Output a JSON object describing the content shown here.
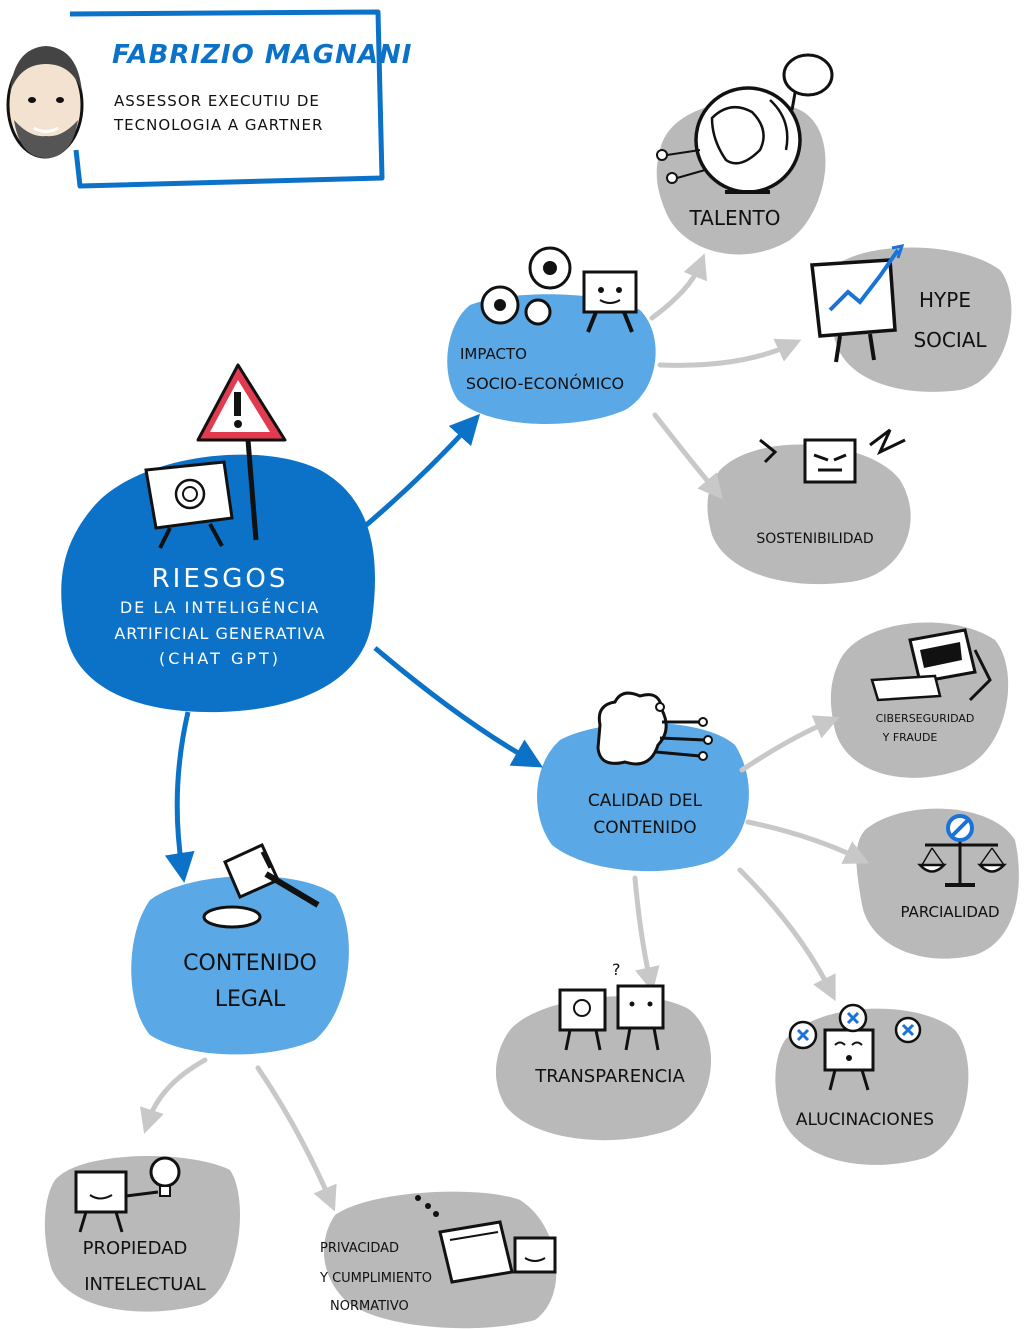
{
  "colors": {
    "primary_blue": "#0b72c8",
    "light_blue": "#5aa8e6",
    "grey_blob": "#b9b9b9",
    "arrow_grey": "#c8c8c8",
    "ink": "#111111",
    "warning_red": "#e23a4f"
  },
  "author": {
    "name": "FABRIZIO MAGNANI",
    "role_line1": "ASSESSOR EXECUTIU DE",
    "role_line2": "TECNOLOGIA A GARTNER"
  },
  "central": {
    "title": "RIESGOS",
    "line1": "DE LA INTELIGÉNCIA",
    "line2": "ARTIFICIAL GENERATIVA",
    "line3": "(CHAT GPT)",
    "icon": "chatgpt-laptop-icon"
  },
  "branches": {
    "impacto": {
      "label_line1": "IMPACTO",
      "label_line2": "SOCIO-ECONÓMICO",
      "icon": "gears-computer-icon",
      "leaves": {
        "talento": "TALENTO",
        "hype_line1": "HYPE",
        "hype_line2": "SOCIAL",
        "sostenibilidad": "SOSTENIBILIDAD"
      }
    },
    "calidad": {
      "label_line1": "CALIDAD DEL",
      "label_line2": "CONTENIDO",
      "icon": "brain-circuit-icon",
      "leaves": {
        "ciber_line1": "CIBERSEGURIDAD",
        "ciber_line2": "Y FRAUDE",
        "parcialidad": "PARCIALIDAD",
        "transparencia": "TRANSPARENCIA",
        "alucinaciones": "ALUCINACIONES"
      }
    },
    "legal": {
      "label_line1": "CONTENIDO",
      "label_line2": "LEGAL",
      "icon": "gavel-icon",
      "leaves": {
        "propiedad_line1": "PROPIEDAD",
        "propiedad_line2": "INTELECTUAL",
        "privacidad_line1": "PRIVACIDAD",
        "privacidad_line2": "Y CUMPLIMIENTO",
        "privacidad_line3": "NORMATIVO"
      }
    }
  }
}
